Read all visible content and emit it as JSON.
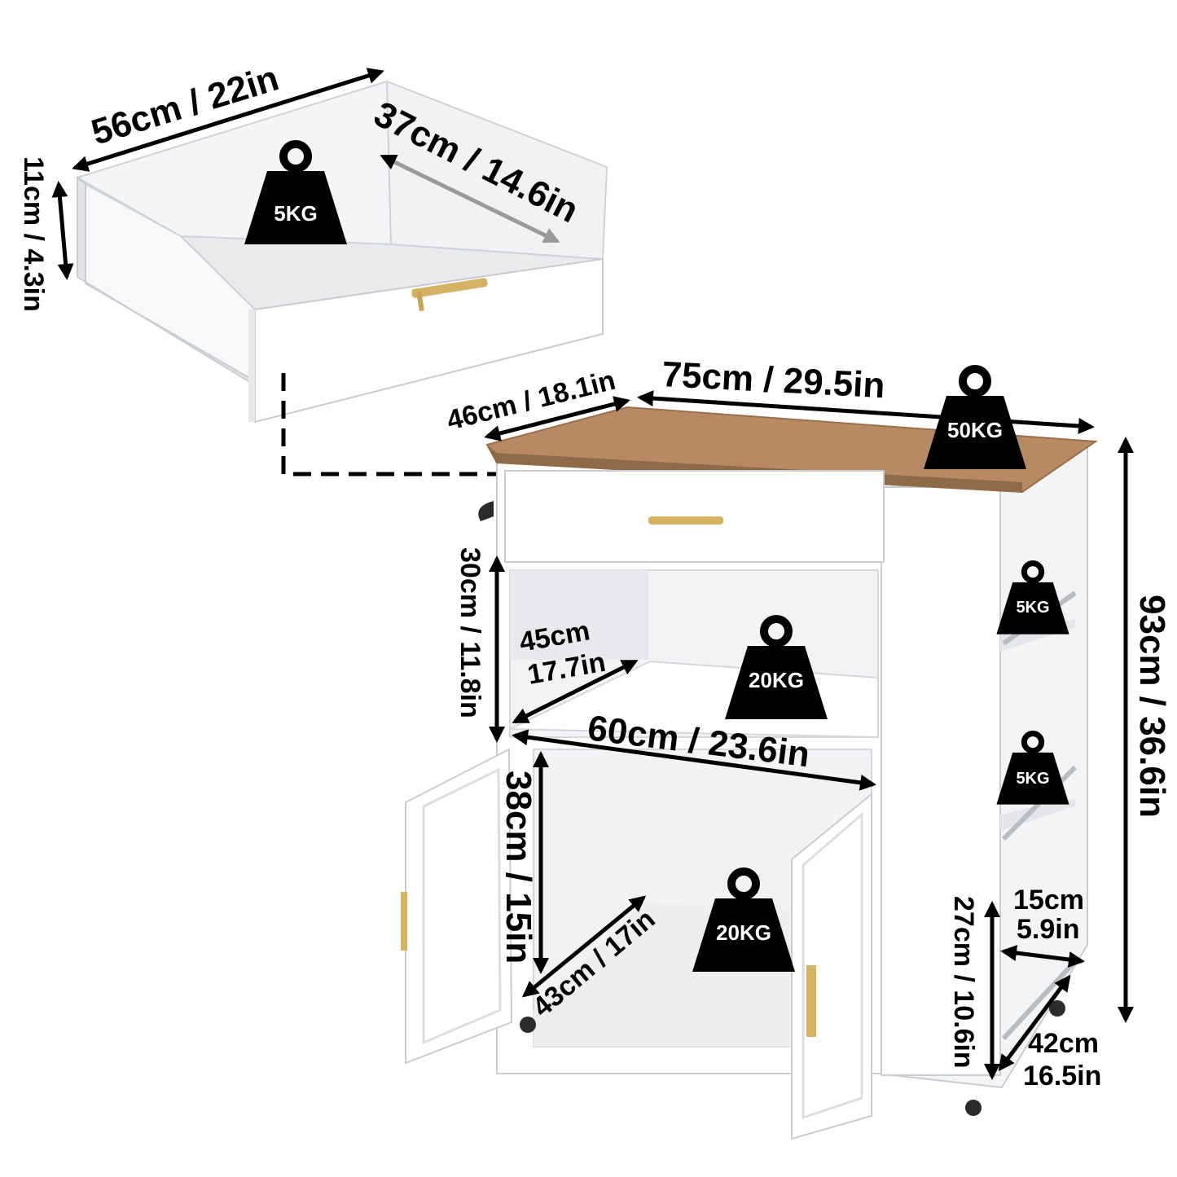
{
  "colors": {
    "cabinet": "#ffffff",
    "cabinet_shade": "#eef0f2",
    "edge": "#c9ccd0",
    "wood_top": "#b88a63",
    "handle": "#d4b262",
    "weight_icon": "#000000"
  },
  "drawer": {
    "width": "56cm / 22in",
    "depth": "37cm / 14.6in",
    "height": "11cm / 4.3in",
    "load": "5KG"
  },
  "cart": {
    "depth": "46cm / 18.1in",
    "width": "75cm / 29.5in",
    "top_load": "50KG",
    "height": "93cm / 36.6in",
    "open_shelf_height": "30cm / 11.8in",
    "open_shelf_depth_cm": "45cm",
    "open_shelf_depth_in": "17.7in",
    "open_shelf_load": "20KG",
    "shelf_width": "60cm / 23.6in",
    "cabinet_height": "38cm / 15in",
    "cabinet_depth": "43cm / 17in",
    "cabinet_load": "20KG",
    "side_rack_load_upper": "5KG",
    "side_rack_load_lower": "5KG",
    "side_rack_width_cm": "15cm",
    "side_rack_width_in": "5.9in",
    "side_rack_height": "27cm / 10.6in",
    "side_rack_depth_cm": "42cm",
    "side_rack_depth_in": "16.5in"
  }
}
